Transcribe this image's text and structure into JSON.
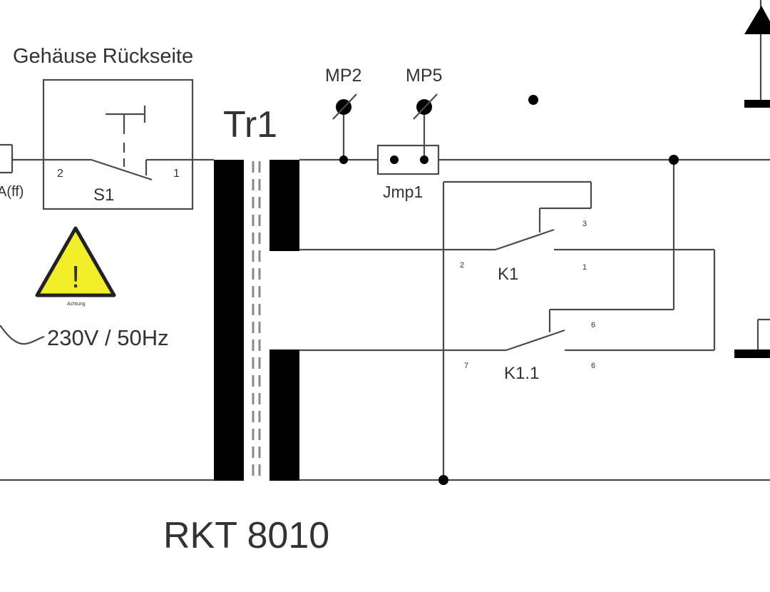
{
  "labels": {
    "housing": "Gehäuse Rückseite",
    "transformer": "Tr1",
    "mp2": "MP2",
    "mp5": "MP5",
    "switch": "S1",
    "switch_pin_left": "2",
    "switch_pin_right": "1",
    "fuse": "A(ff)",
    "jumper": "Jmp1",
    "relay": "K1",
    "relay2": "K1.1",
    "k1_pin_a": "2",
    "k1_pin_b": "3",
    "k1_pin_c": "1",
    "k11_pin_a": "7",
    "k11_pin_b": "6",
    "k11_pin_c": "6",
    "mains": "230V / 50Hz",
    "model": "RKT 8010",
    "warning_caption": "Achtung",
    "warning_glyph": "!"
  },
  "colors": {
    "line": "#4a4a4a",
    "text": "#333333",
    "core": "#000000",
    "warning_fill": "#f2ef2a"
  }
}
